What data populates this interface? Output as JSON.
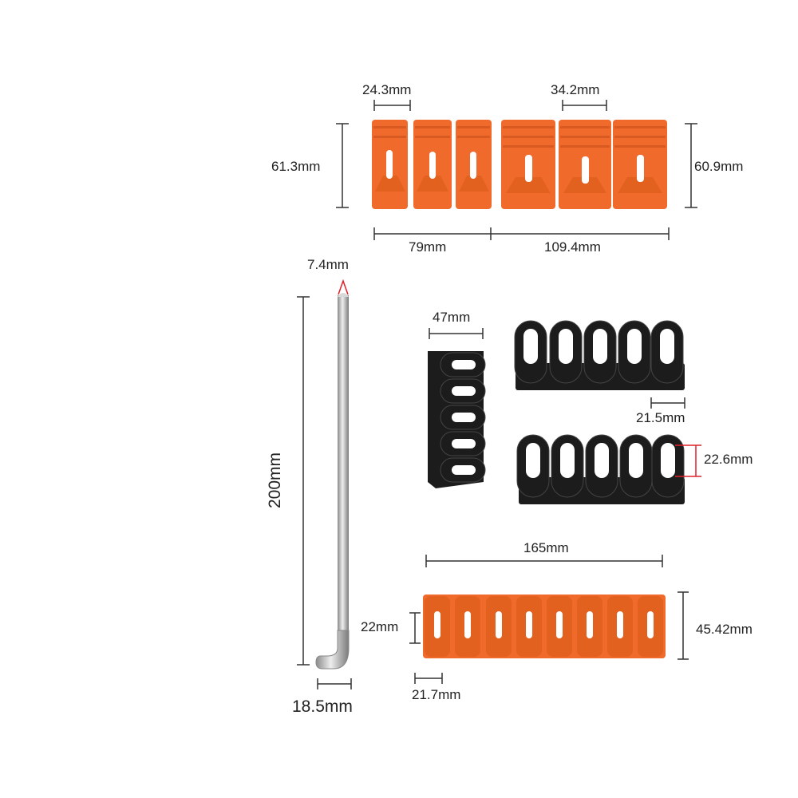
{
  "dimensions": {
    "orange_small_width": "24.3mm",
    "orange_large_width": "34.2mm",
    "orange_small_height": "61.3mm",
    "orange_large_height": "60.9mm",
    "orange_small_group_length": "79mm",
    "orange_large_group_length": "109.4mm",
    "rod_tip": "7.4mm",
    "rod_length": "200mm",
    "rod_hook": "18.5mm",
    "black_short_width": "47mm",
    "black_slot_pitch": "21.5mm",
    "black_slot_height": "22.6mm",
    "orange_strip_length": "165mm",
    "orange_strip_slot_height": "22mm",
    "orange_strip_height": "45.42mm",
    "orange_strip_pitch": "21.7mm"
  },
  "colors": {
    "orange": "#f06a2c",
    "orange_dark": "#d85a20",
    "black_part": "#1c1c1c",
    "rod": "#b8b8b8",
    "dimension_line": "#333333",
    "accent_red": "#e0202a"
  }
}
